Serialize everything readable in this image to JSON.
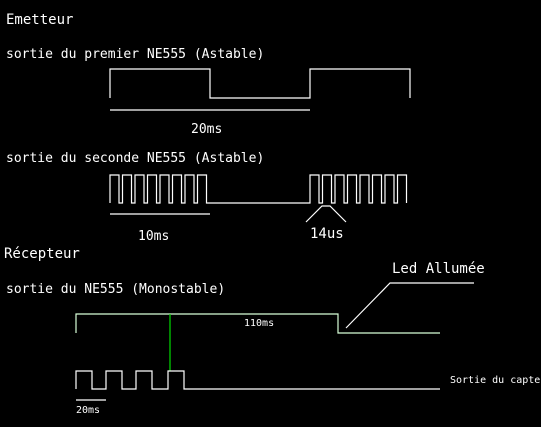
{
  "labels": {
    "emitter_heading": "Emetteur",
    "first_ne555": "sortie du premier NE555 (Astable)",
    "period_first": "20ms",
    "second_ne555": "sortie du seconde NE555 (Astable)",
    "period_burst": "10ms",
    "period_carrier": "14us",
    "receiver_heading": "Récepteur",
    "monostable": "sortie du NE555 (Monostable)",
    "led_on": "Led Allumée",
    "duration_monostable": "110ms",
    "sensor_output": "Sortie du capteur",
    "period_sensor": "20ms"
  },
  "colors": {
    "background": "#000000",
    "signal": "#ffffff",
    "monostable_signal": "#d8ffd8",
    "marker": "#00dd00"
  }
}
